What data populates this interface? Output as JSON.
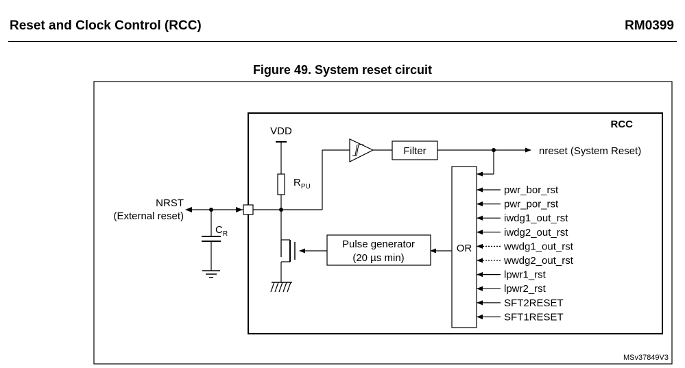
{
  "header": {
    "section": "Reset and Clock Control (RCC)",
    "doc_id": "RM0399"
  },
  "figure": {
    "title": "Figure 49. System reset circuit",
    "ref": "MSv37849V3"
  },
  "diagram": {
    "rcc_label": "RCC",
    "vdd": "VDD",
    "rpu_main": "R",
    "rpu_sub": "PU",
    "cr_main": "C",
    "cr_sub": "R",
    "nrst": "NRST",
    "nrst_desc": "(External reset)",
    "filter": "Filter",
    "nreset": "nreset (System Reset)",
    "pulse_line1": "Pulse generator",
    "pulse_line2": "(20 µs min)",
    "or_label": "OR",
    "inputs": [
      {
        "label": "pwr_bor_rst",
        "style": "solid"
      },
      {
        "label": "pwr_por_rst",
        "style": "solid"
      },
      {
        "label": "iwdg1_out_rst",
        "style": "solid"
      },
      {
        "label": "iwdg2_out_rst",
        "style": "solid"
      },
      {
        "label": "wwdg1_out_rst",
        "style": "dotted"
      },
      {
        "label": "wwdg2_out_rst",
        "style": "dotted"
      },
      {
        "label": "lpwr1_rst",
        "style": "solid"
      },
      {
        "label": "lpwr2_rst",
        "style": "solid"
      },
      {
        "label": "SFT2RESET",
        "style": "solid"
      },
      {
        "label": "SFT1RESET",
        "style": "solid"
      }
    ]
  }
}
